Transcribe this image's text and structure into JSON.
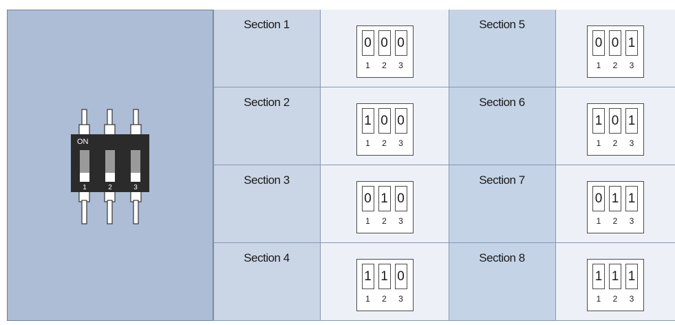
{
  "dip_switch": {
    "on_label": "ON",
    "switch_numbers": [
      "1",
      "2",
      "3"
    ]
  },
  "sections": [
    {
      "label": "Section 1",
      "digits": [
        "0",
        "0",
        "0"
      ],
      "positions": [
        "1",
        "2",
        "3"
      ]
    },
    {
      "label": "Section 2",
      "digits": [
        "1",
        "0",
        "0"
      ],
      "positions": [
        "1",
        "2",
        "3"
      ]
    },
    {
      "label": "Section 3",
      "digits": [
        "0",
        "1",
        "0"
      ],
      "positions": [
        "1",
        "2",
        "3"
      ]
    },
    {
      "label": "Section 4",
      "digits": [
        "1",
        "1",
        "0"
      ],
      "positions": [
        "1",
        "2",
        "3"
      ]
    },
    {
      "label": "Section 5",
      "digits": [
        "0",
        "0",
        "1"
      ],
      "positions": [
        "1",
        "2",
        "3"
      ]
    },
    {
      "label": "Section 6",
      "digits": [
        "1",
        "0",
        "1"
      ],
      "positions": [
        "1",
        "2",
        "3"
      ]
    },
    {
      "label": "Section 7",
      "digits": [
        "0",
        "1",
        "1"
      ],
      "positions": [
        "1",
        "2",
        "3"
      ]
    },
    {
      "label": "Section 8",
      "digits": [
        "1",
        "1",
        "1"
      ],
      "positions": [
        "1",
        "2",
        "3"
      ]
    }
  ],
  "colors": {
    "left_panel": "#adbdd6",
    "label_cell": "#cad6e6",
    "code_cell": "#edf1f7",
    "switch_body": "#2b2b2b"
  }
}
